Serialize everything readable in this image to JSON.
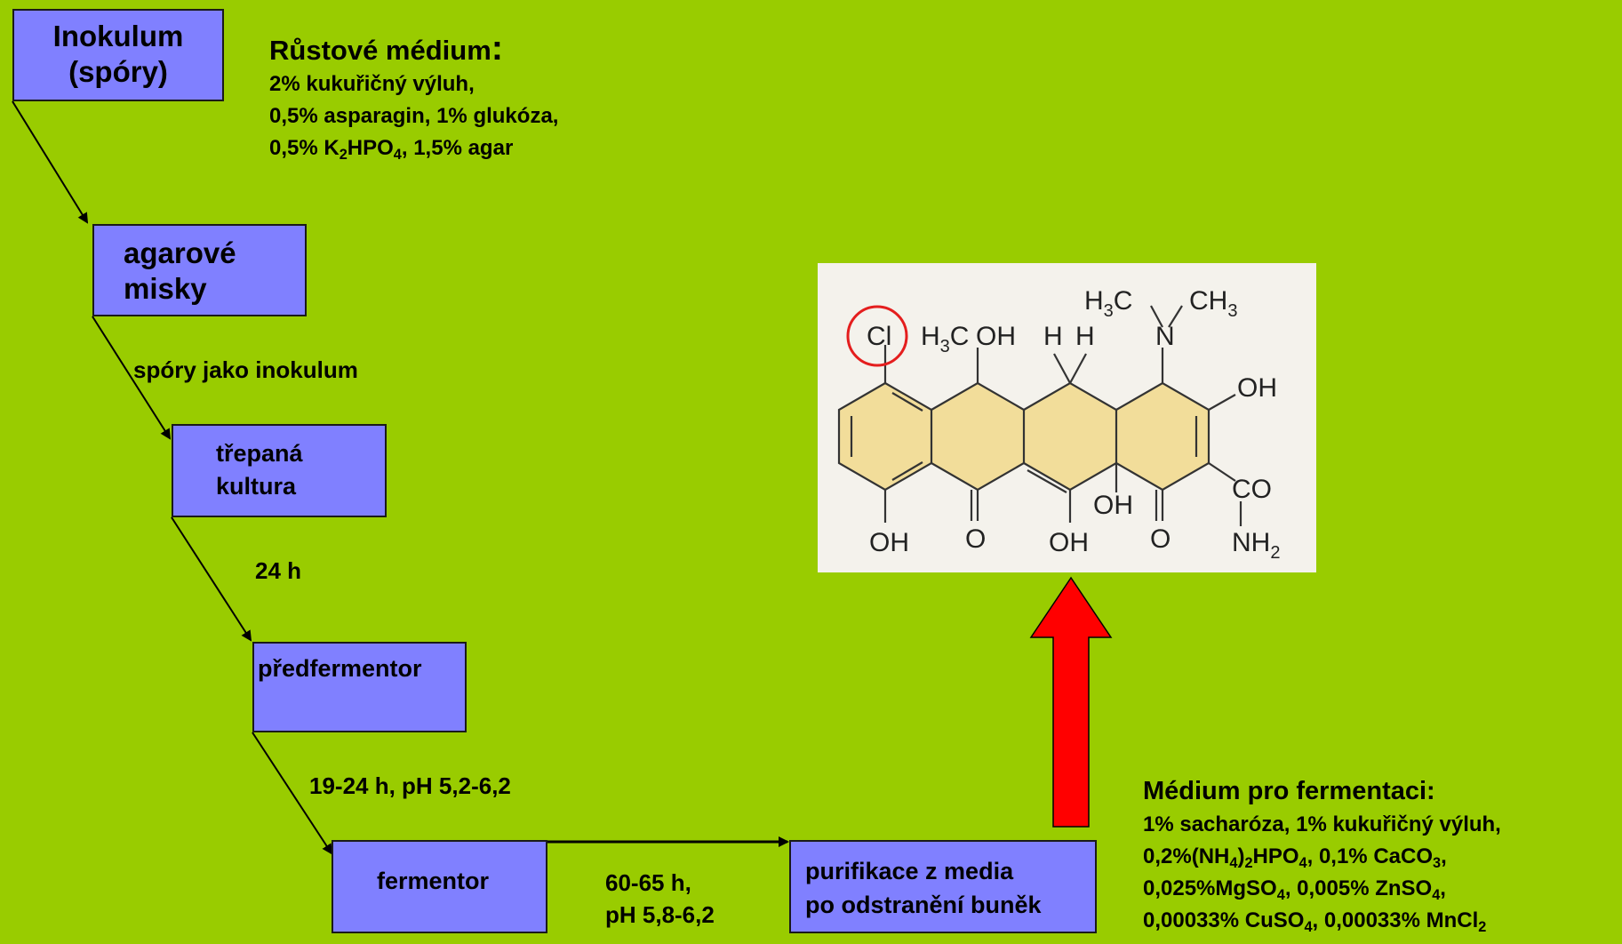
{
  "steps": [
    {
      "id": "inokulum",
      "lines": [
        "Inokulum",
        "(spóry)"
      ]
    },
    {
      "id": "agarove-misky",
      "lines": [
        "agarové",
        "misky"
      ]
    },
    {
      "id": "trepana-kultura",
      "lines": [
        "třepaná",
        "kultura"
      ]
    },
    {
      "id": "predfermentor",
      "lines": [
        "předfermentor"
      ]
    },
    {
      "id": "fermentor",
      "lines": [
        "fermentor"
      ]
    },
    {
      "id": "purifikace",
      "lines": [
        "purifikace z media",
        "po odstranění buněk"
      ]
    }
  ],
  "conditions": {
    "spory_inokulum": "spóry jako inokulum",
    "h24": "24 h",
    "predferm_cond": "19-24 h, pH 5,2-6,2",
    "ferm_cond": [
      "60-65 h,",
      "pH 5,8-6,2"
    ]
  },
  "growth_medium": {
    "title": "Růstové médium",
    "title_colon": ":",
    "line1": "2% kukuřičný výluh,",
    "line2": "0,5% asparagin, 1% glukóza,",
    "line3": [
      "0,5% K",
      "2",
      "HPO",
      "4",
      ", 1,5% agar"
    ]
  },
  "fermentation_medium": {
    "title": "Médium pro fermentaci:",
    "line1": "1% sacharóza, 1% kukuřičný výluh,",
    "line2": [
      "0,2%(NH",
      "4",
      ")",
      "2",
      "HPO",
      "4",
      ", 0,1% CaCO",
      "3",
      ","
    ],
    "line3": [
      "0,025%MgSO",
      "4",
      ", 0,005% ZnSO",
      "4",
      ","
    ],
    "line4": [
      "0,00033% CuSO",
      "4",
      ", 0,00033% MnCl",
      "2"
    ]
  },
  "structure_labels": {
    "cl": "Cl",
    "h3c_top": [
      "H",
      "3",
      "C"
    ],
    "ch3_top": [
      "CH",
      "3"
    ],
    "n": "N",
    "h3c_oh": [
      "H",
      "3",
      "C"
    ],
    "oh_mid": "OH",
    "h_left": "H",
    "h_right": "H",
    "oh_right": "OH",
    "co": "CO",
    "nh2": [
      "NH",
      "2"
    ],
    "oh_b1": "OH",
    "o_b1": "O",
    "oh_b2": "OH",
    "oh_b3": "OH",
    "o_b2": "O"
  },
  "colors": {
    "background": "#99cc00",
    "box": "#8080ff",
    "arrow_red": "#ff0000",
    "ring_fill": "#f2dd9a",
    "highlight_circle": "#e41e1e"
  }
}
